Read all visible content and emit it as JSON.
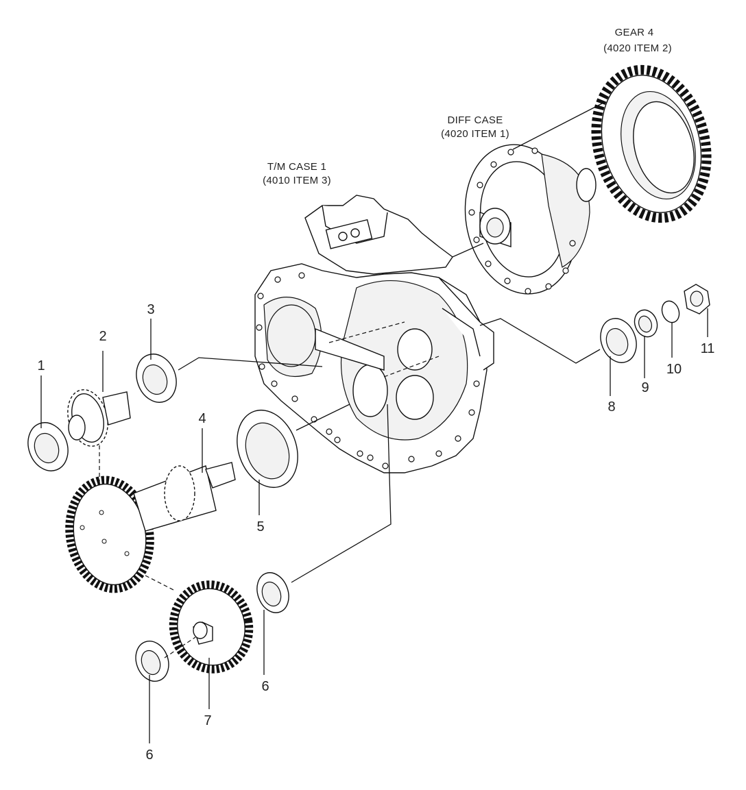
{
  "parts": {
    "p1": "1",
    "p2": "2",
    "p3": "3",
    "p4": "4",
    "p5": "5",
    "p6a": "6",
    "p6b": "6",
    "p7": "7",
    "p8": "8",
    "p9": "9",
    "p10": "10",
    "p11": "11"
  },
  "labels": {
    "tm_case": {
      "line1": "T/M CASE 1",
      "line2": "(4010 ITEM 3)"
    },
    "diff_case": {
      "line1": "DIFF CASE",
      "line2": "(4020 ITEM 1)"
    },
    "gear4": {
      "line1": "GEAR 4",
      "line2": "(4020 ITEM 2)"
    }
  }
}
